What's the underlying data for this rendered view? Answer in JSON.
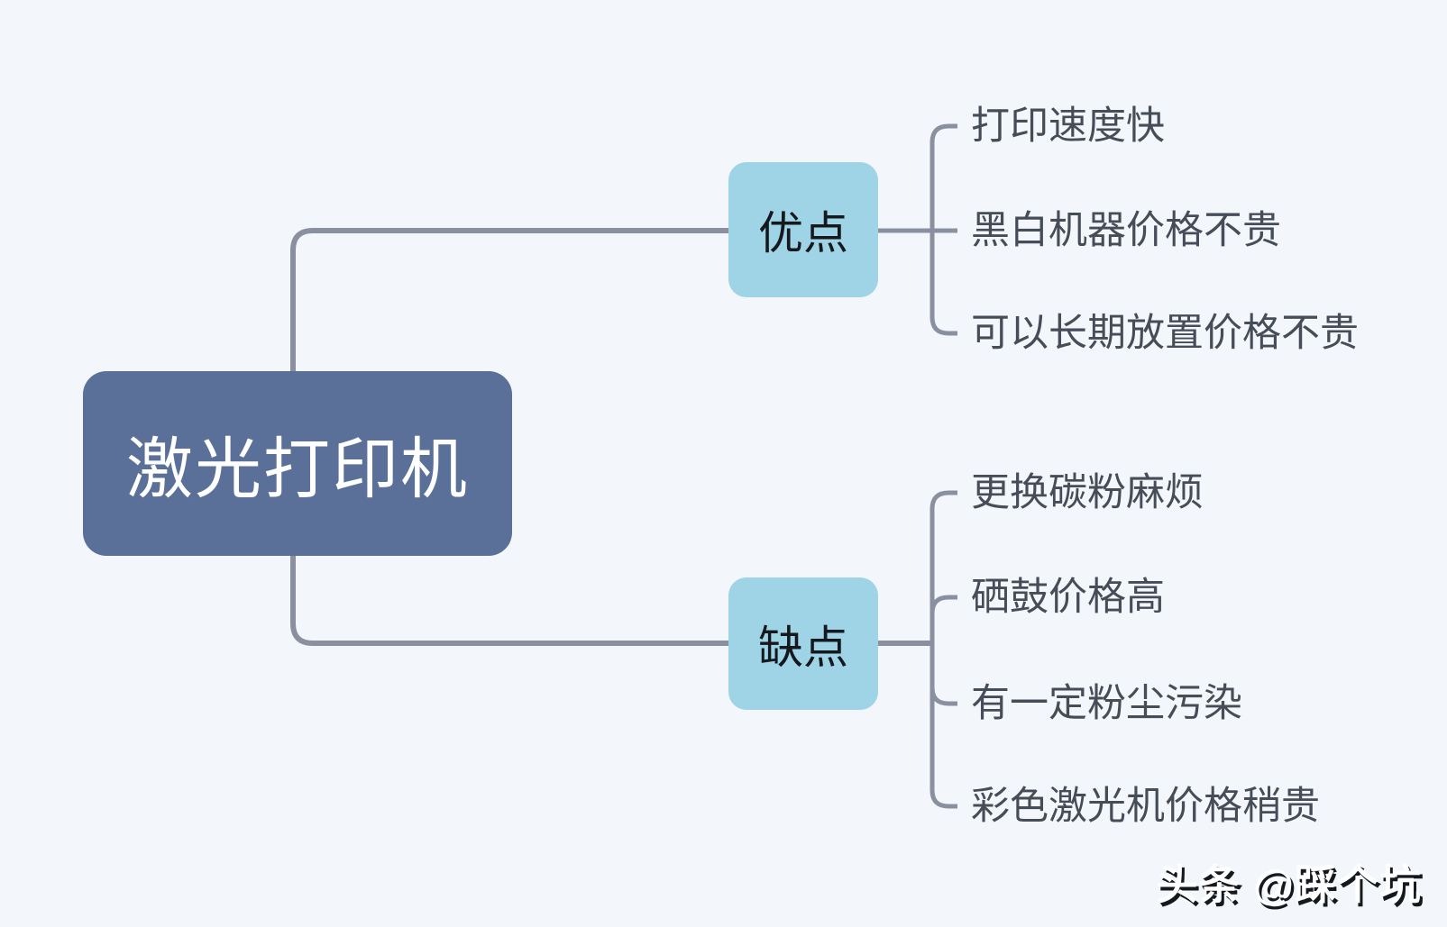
{
  "page": {
    "background": "#f3f7fb"
  },
  "mindmap": {
    "root": {
      "label": "激光打印机",
      "fill": "#5a7099",
      "text_color": "#ffffff"
    },
    "branches": [
      {
        "label": "优点",
        "fill": "#9fd3e6",
        "text_color": "#15181d",
        "children": [
          "打印速度快",
          "黑白机器价格不贵",
          "可以长期放置价格不贵"
        ]
      },
      {
        "label": "缺点",
        "fill": "#9fd3e6",
        "text_color": "#15181d",
        "children": [
          "更换碳粉麻烦",
          "硒鼓价格高",
          "有一定粉尘污染",
          "彩色激光机价格稍贵"
        ]
      }
    ],
    "connector_color": "#8a90a0",
    "child_text_color": "#474d58"
  },
  "watermark": {
    "text": "头条 @踩个坑"
  }
}
